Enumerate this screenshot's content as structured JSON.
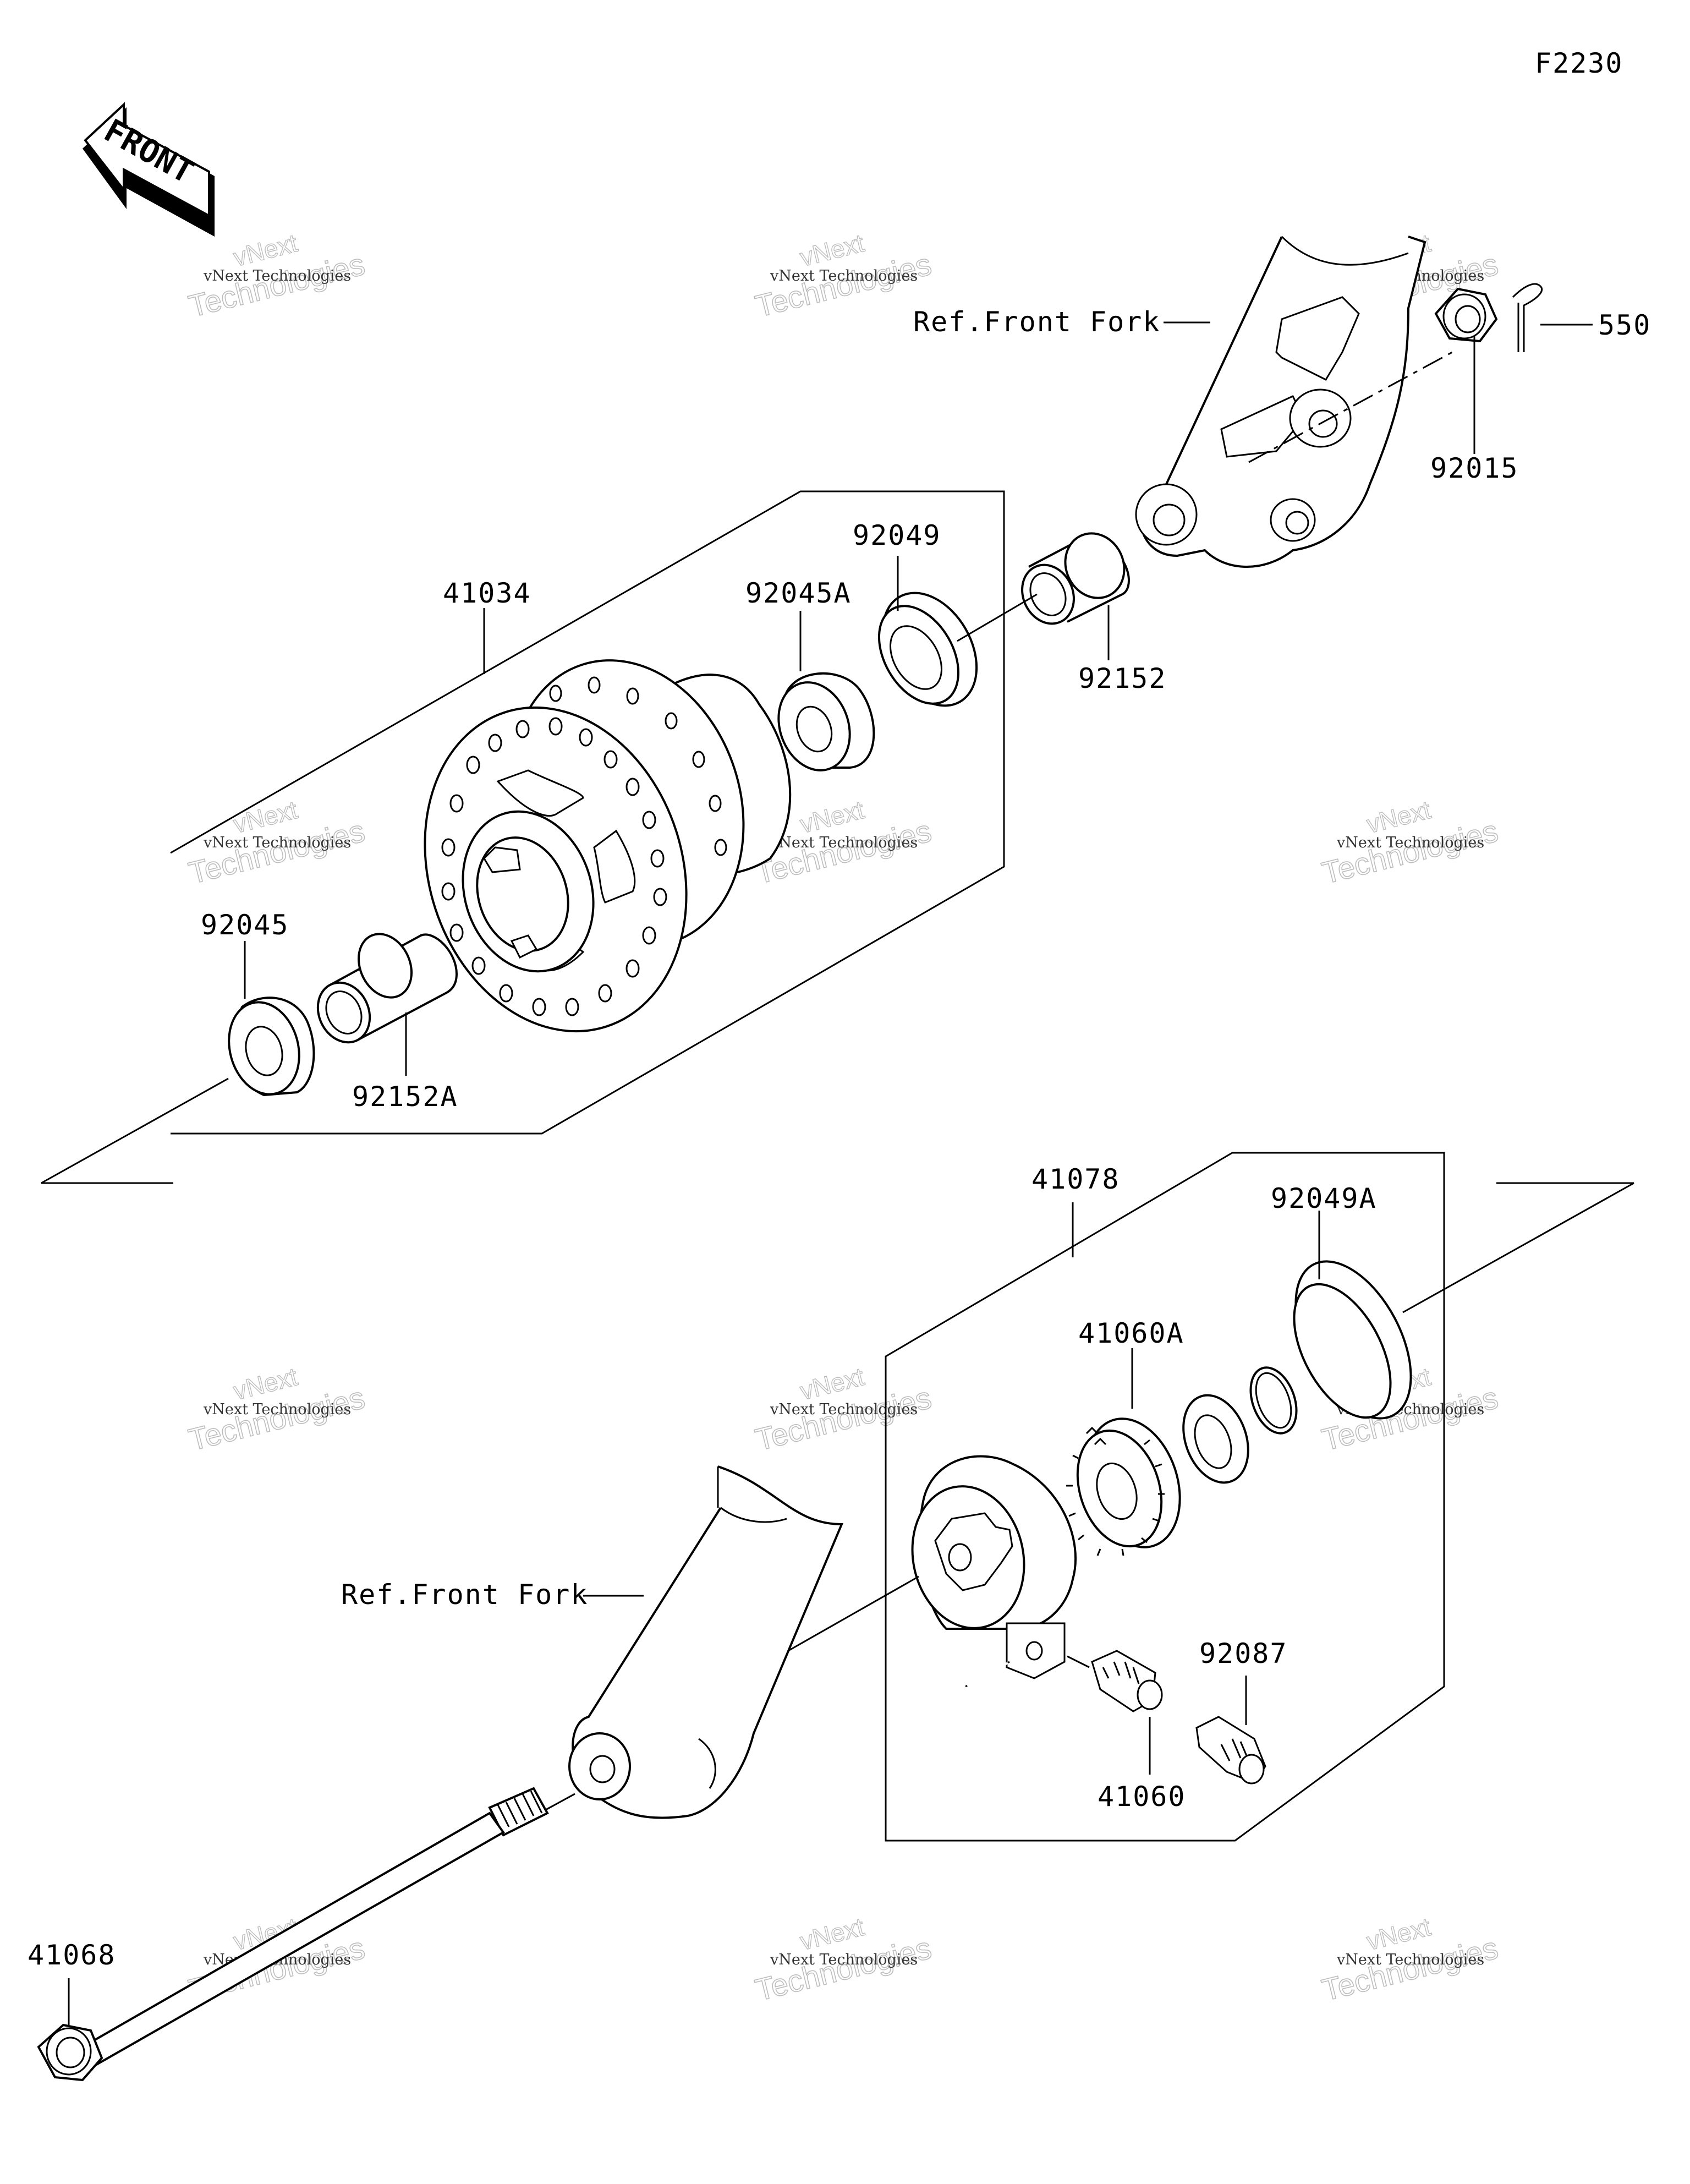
{
  "diagram_code": "F2230",
  "front_arrow_text": "FRONT",
  "parts": [
    {
      "id": "550",
      "label": "550"
    },
    {
      "id": "92015",
      "label": "92015"
    },
    {
      "id": "92152",
      "label": "92152"
    },
    {
      "id": "92049",
      "label": "92049"
    },
    {
      "id": "92045A",
      "label": "92045A"
    },
    {
      "id": "41034",
      "label": "41034"
    },
    {
      "id": "92045",
      "label": "92045"
    },
    {
      "id": "92152A",
      "label": "92152A"
    },
    {
      "id": "41078",
      "label": "41078"
    },
    {
      "id": "92049A",
      "label": "92049A"
    },
    {
      "id": "41060A",
      "label": "41060A"
    },
    {
      "id": "92087",
      "label": "92087"
    },
    {
      "id": "41060",
      "label": "41060"
    },
    {
      "id": "41068",
      "label": "41068"
    }
  ],
  "references": {
    "front_fork_upper": "Ref.Front Fork",
    "front_fork_lower": "Ref.Front Fork"
  },
  "watermark": {
    "line1": "vNext Technologies",
    "line2": "Technologies",
    "line3": "vNext"
  }
}
